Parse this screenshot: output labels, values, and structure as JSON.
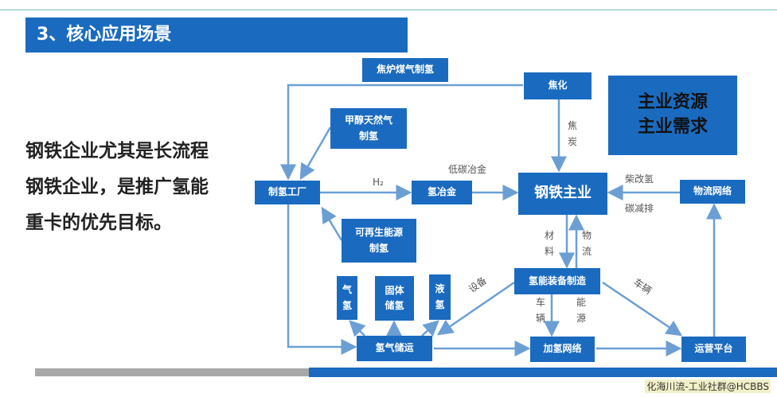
{
  "title": "3、核心应用场景",
  "lead": [
    "钢铁企业尤其是长流程",
    "钢铁企业，是推广氢能",
    "重卡的优先目标。"
  ],
  "boxes": {
    "coke_gas": "焦炉煤气制氢",
    "coking": "焦化",
    "main1": "主业资源",
    "main2": "主业需求",
    "methanol": "甲醇天然气制氢",
    "h2_plant": "制氢工厂",
    "h2_metallurgy": "氢冶金",
    "steel": "钢铁主业",
    "logistics": "物流网络",
    "renewable": "可再生能源制氢",
    "equipment": "氢能装备制造",
    "gas_h2": "气氢",
    "solid_h2": "固体储氢",
    "liquid_h2": "液氢",
    "storage": "氢气储运",
    "refuel": "加氢网络",
    "platform": "运营平台"
  },
  "labels": {
    "h2": "H₂",
    "low_carbon": "低碳冶金",
    "coke": "焦炭",
    "diesel": "柴改氢",
    "carbon": "碳减排",
    "material": "材料",
    "logistics": "物流",
    "equip": "设备",
    "vehicle1": "车辆",
    "energy": "能源",
    "vehicle2": "车辆"
  },
  "watermark": "化海川流-工业社群@HCBBS",
  "colors": {
    "accent": "#1a6bbf"
  }
}
